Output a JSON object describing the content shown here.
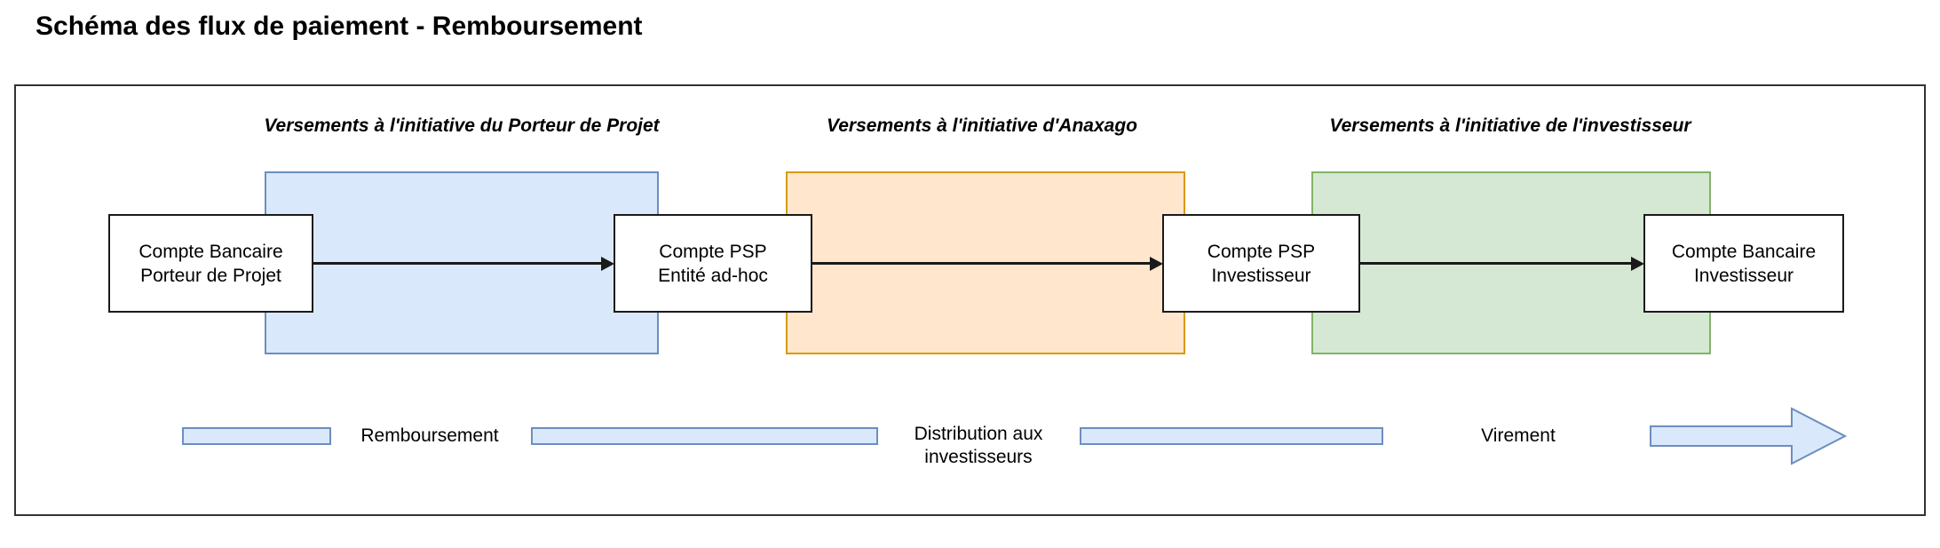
{
  "title": "Schéma des flux de paiement - Remboursement",
  "sections": [
    {
      "label": "Versements à l'initiative du Porteur de Projet",
      "fill": "#dae8fc",
      "border": "#6c8ebf"
    },
    {
      "label": "Versements à l'initiative d'Anaxago",
      "fill": "#ffe6cc",
      "border": "#d79b00"
    },
    {
      "label": "Versements à l'initiative de l'investisseur",
      "fill": "#d5e8d4",
      "border": "#82b366"
    }
  ],
  "nodes": [
    {
      "line1": "Compte Bancaire",
      "line2": "Porteur de Projet"
    },
    {
      "line1": "Compte PSP",
      "line2": "Entité ad-hoc"
    },
    {
      "line1": "Compte PSP",
      "line2": "Investisseur"
    },
    {
      "line1": "Compte Bancaire",
      "line2": "Investisseur"
    }
  ],
  "flow": {
    "label1": "Remboursement",
    "label2_line1": "Distribution aux",
    "label2_line2": "investisseurs",
    "label3": "Virement",
    "bar_fill": "#dae8fc",
    "bar_border": "#6c8ebf"
  }
}
